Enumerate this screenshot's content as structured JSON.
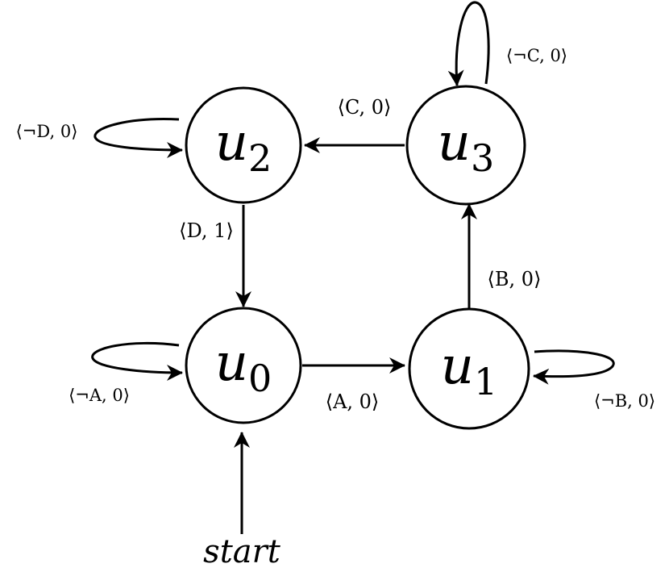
{
  "nodes": {
    "u0": {
      "base": "u",
      "sub": "0"
    },
    "u1": {
      "base": "u",
      "sub": "1"
    },
    "u2": {
      "base": "u",
      "sub": "2"
    },
    "u3": {
      "base": "u",
      "sub": "3"
    }
  },
  "edges": {
    "u0_u1": "⟨A, 0⟩",
    "u1_u3": "⟨B, 0⟩",
    "u3_u2": "⟨C, 0⟩",
    "u2_u0": "⟨D, 1⟩",
    "u0_self": "⟨¬A, 0⟩",
    "u1_self": "⟨¬B, 0⟩",
    "u2_self": "⟨¬D, 0⟩",
    "u3_self": "⟨¬C, 0⟩"
  },
  "start_label": "start",
  "colors": {
    "stroke": "#000000",
    "background": "#ffffff"
  }
}
